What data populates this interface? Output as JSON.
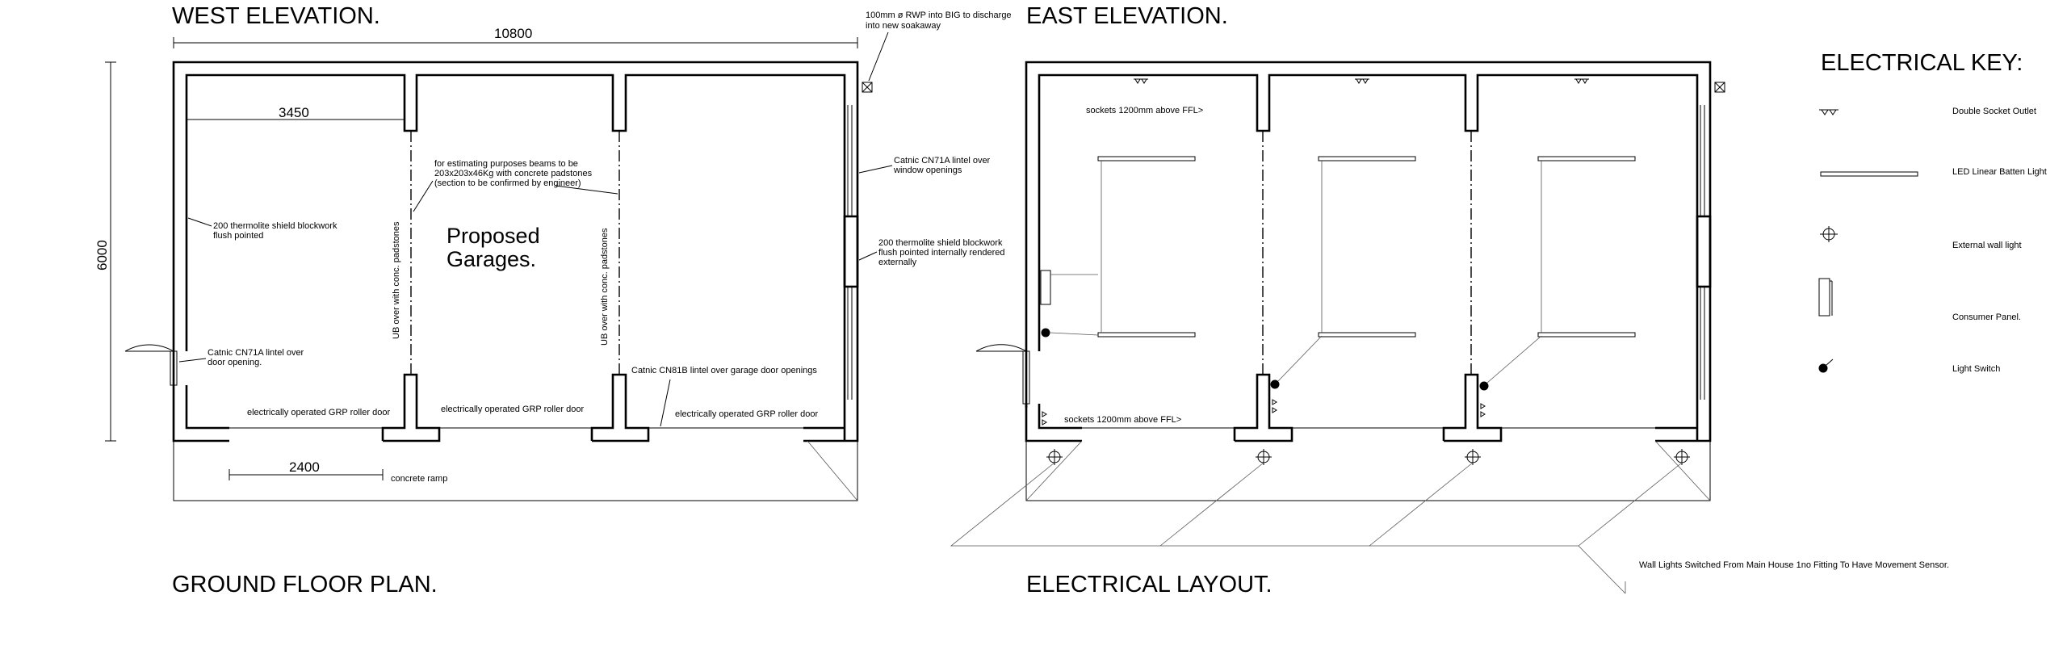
{
  "headings": {
    "west_elevation": "WEST ELEVATION.",
    "east_elevation": "EAST ELEVATION.",
    "ground_floor_plan": "GROUND FLOOR PLAN.",
    "electrical_layout": "ELECTRICAL LAYOUT.",
    "electrical_key": "ELECTRICAL KEY:"
  },
  "plan": {
    "dimensions": {
      "overall_width": "10800",
      "overall_depth": "6000",
      "bay_width": "3450",
      "door_width": "2400"
    },
    "title_line1": "Proposed",
    "title_line2": "Garages.",
    "beam_label_1": "UB over with conc. padstones",
    "beam_label_2": "UB over with conc. padstones",
    "notes": {
      "rwp_line1": "100mm ø RWP into BIG to discharge",
      "rwp_line2": "into new soakaway",
      "beams_line1": "for estimating purposes beams to be",
      "beams_line2": "203x203x46Kg with concrete padstones",
      "beams_line3": "(section to be confirmed by engineer)",
      "window_lintel_line1": "Catnic CN71A lintel over",
      "window_lintel_line2": "window openings",
      "blockwork_line1": "200 thermolite shield blockwork",
      "blockwork_line2": "flush pointed",
      "blockwork_ext_line1": "200 thermolite shield blockwork",
      "blockwork_ext_line2": "flush pointed internally rendered",
      "blockwork_ext_line3": "externally",
      "door_lintel_line1": "Catnic CN71A lintel over",
      "door_lintel_line2": "door opening.",
      "garage_lintel": "Catnic CN81B lintel over garage door openings",
      "roller_door_1": "electrically operated GRP roller door",
      "roller_door_2": "electrically operated GRP roller door",
      "roller_door_3": "electrically operated GRP roller door",
      "ramp": "concrete ramp"
    }
  },
  "electrical": {
    "sockets_high": "sockets 1200mm above FFL>",
    "sockets_low": "sockets 1200mm above FFL>",
    "wall_lights_note": "Wall Lights Switched From Main House 1no Fitting To Have Movement Sensor."
  },
  "key": {
    "items": [
      {
        "symbol": "double-socket-outlet-icon",
        "label": "Double Socket Outlet"
      },
      {
        "symbol": "led-batten-light-icon",
        "label": "LED Linear Batten Light"
      },
      {
        "symbol": "external-wall-light-icon",
        "label": "External wall light"
      },
      {
        "symbol": "consumer-panel-icon",
        "label": "Consumer Panel."
      },
      {
        "symbol": "light-switch-icon",
        "label": "Light Switch"
      }
    ]
  }
}
